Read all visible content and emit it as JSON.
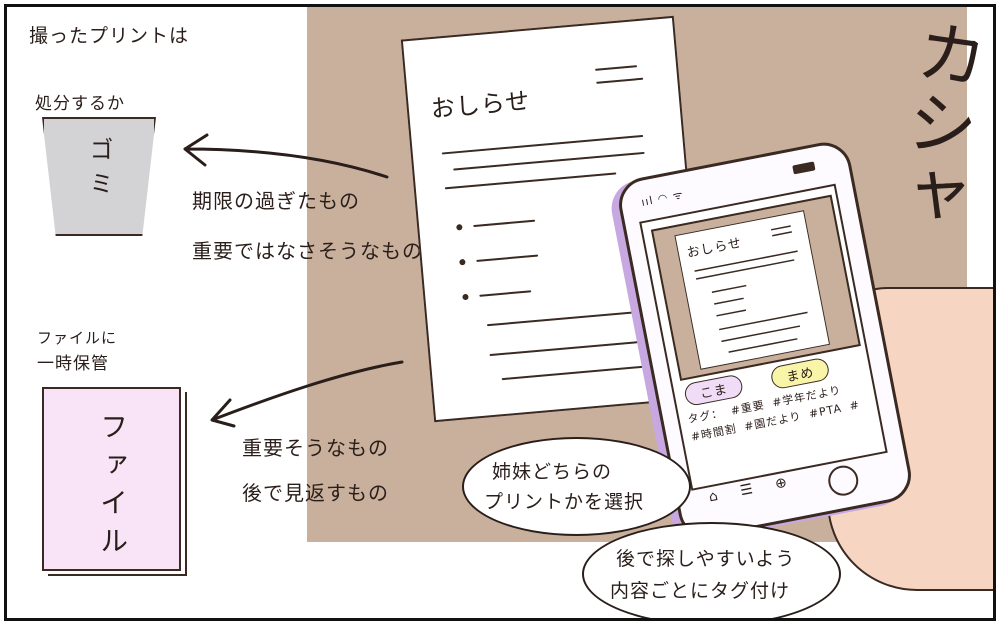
{
  "caption_top": "撮ったプリントは",
  "trash": {
    "label": "処分するか",
    "cup_text": "ゴミ",
    "criteria": [
      "期限の過ぎたもの",
      "重要ではなさそうなもの"
    ]
  },
  "file": {
    "label_lines": [
      "ファイルに",
      "一時保管"
    ],
    "cover_text": "ファイル",
    "criteria": [
      "重要そうなもの",
      "後で見返すもの"
    ]
  },
  "paper": {
    "title": "おしらせ"
  },
  "phone": {
    "doc_title": "おしらせ",
    "children": [
      {
        "label": "こま",
        "color": "#f1dcf7"
      },
      {
        "label": "まめ",
        "color": "#f9f5a8"
      }
    ],
    "tags_label": "タグ：",
    "tags": [
      "#重要",
      "#学年だより",
      "#時間割",
      "#園だより",
      "#PTA",
      "#"
    ]
  },
  "sfx": "カシャ",
  "bubbles": {
    "select": [
      "姉妹どちらの",
      "プリントかを選択"
    ],
    "tagging": [
      "後で探しやすいよう",
      "内容ごとにタグ付け"
    ]
  },
  "colors": {
    "board": "#c9b09c",
    "phone_frame": "#c8a8e0",
    "file": "#f8e4f6",
    "cup": "#d3d3d6"
  }
}
